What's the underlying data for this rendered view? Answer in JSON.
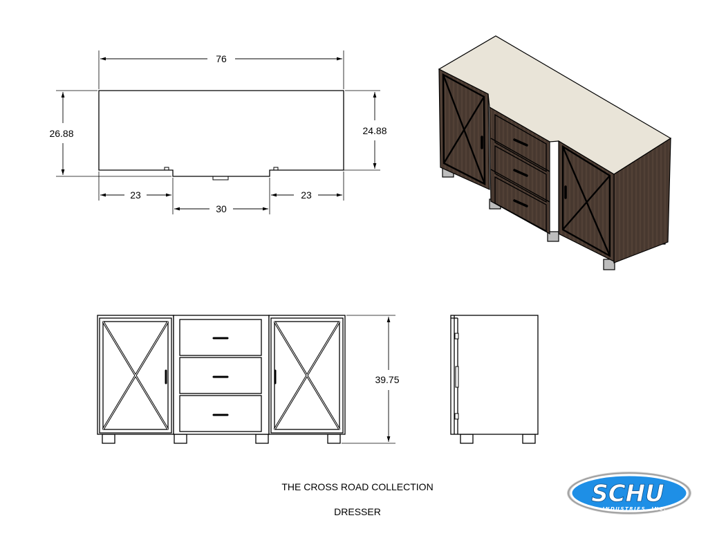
{
  "drawing": {
    "top_view": {
      "width": "76",
      "depth_left": "26.88",
      "depth_right": "24.88",
      "side_left": "23",
      "center": "30",
      "side_right": "23"
    },
    "front_view": {
      "height": "39.75"
    }
  },
  "caption": {
    "title": "THE CROSS ROAD COLLECTION",
    "subtitle": "DRESSER"
  },
  "logo": {
    "text": "SCHU",
    "tagline": "INDUSTRIES, INC."
  },
  "colors": {
    "wood": "#4a3a31",
    "top": "#e9e4d8",
    "logo_blue": "#1e8fe6"
  }
}
